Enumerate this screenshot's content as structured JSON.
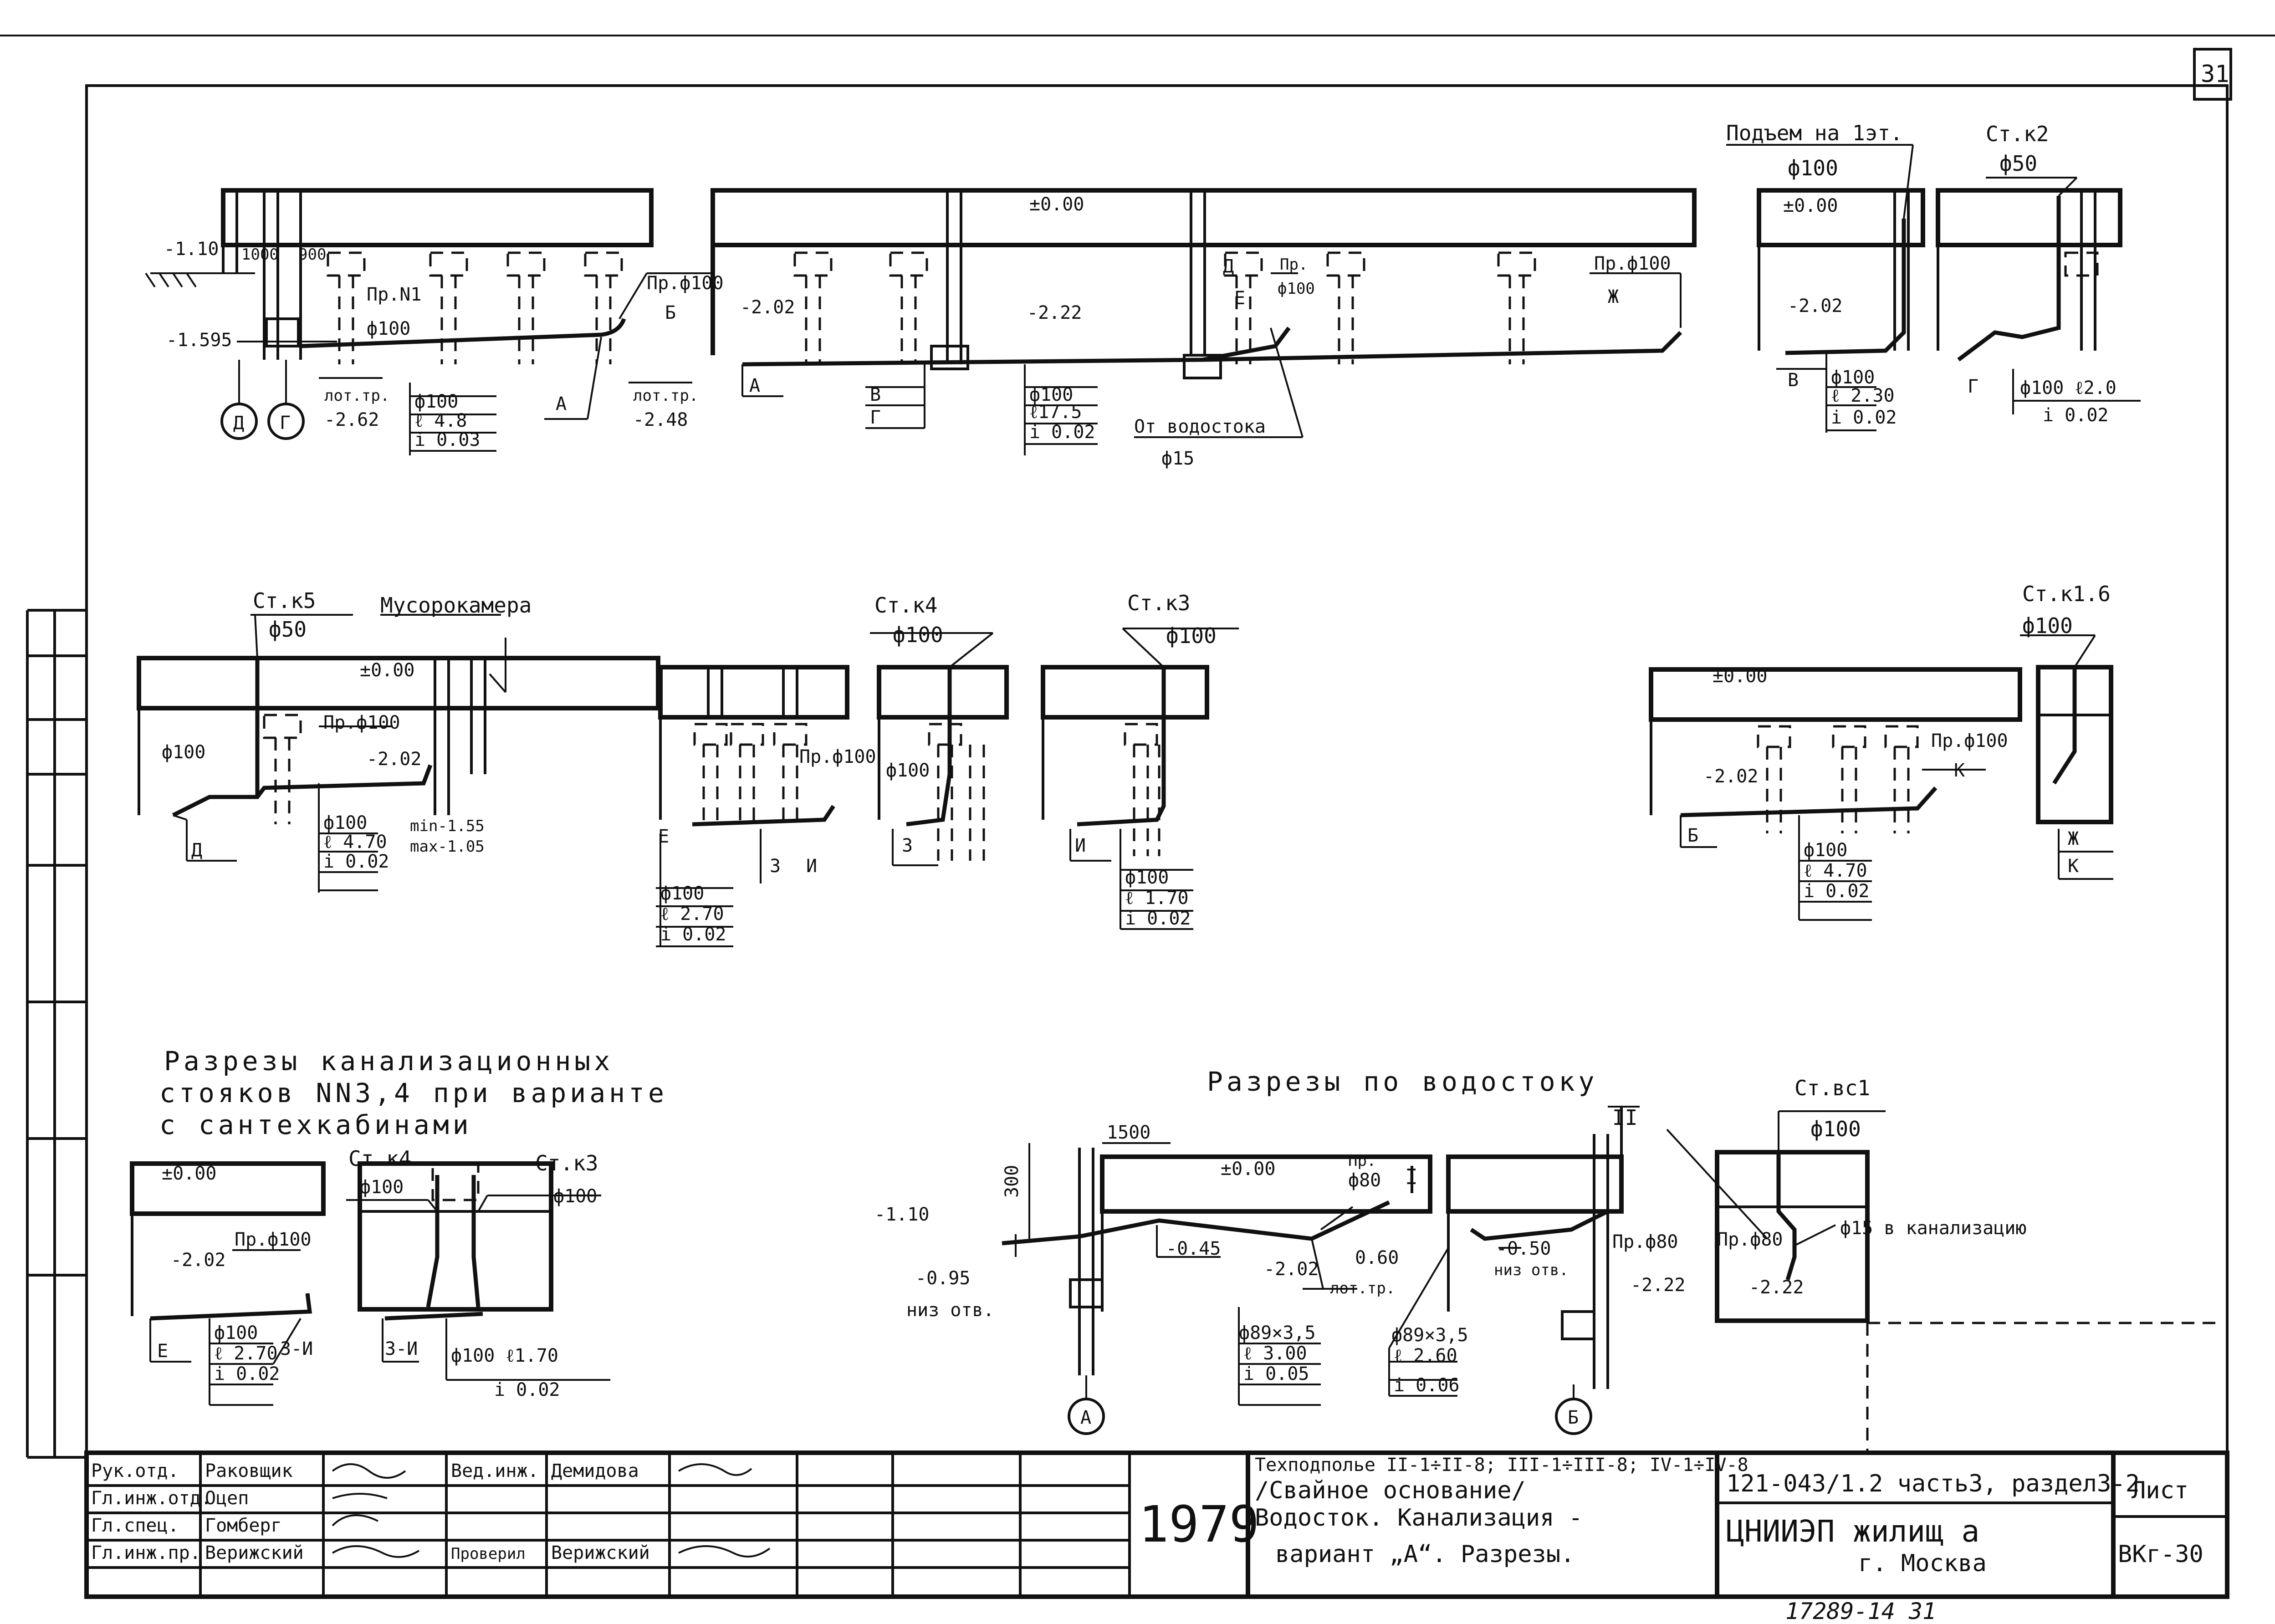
{
  "page_number": "31",
  "top": {
    "s1": {
      "lv1": "-1.10",
      "d1": "1000",
      "d2": "900",
      "lv2": "-1.595",
      "pr": "Пр.N1",
      "pipe": "ф100",
      "ax1": "Д",
      "ax2": "Г",
      "lot1": "лот.тр.",
      "lot1v": "-2.62",
      "pt": "А",
      "spec": [
        "ф100",
        "ℓ 4.8",
        "i 0.03"
      ],
      "lot2": "лот.тр.",
      "lot2v": "-2.48",
      "pr2": "Пр.ф100",
      "pt2": "Б"
    },
    "s2": {
      "zero": "±0.00",
      "lv1": "-2.02",
      "lv2": "-2.22",
      "ptA": "А",
      "ptB": "В",
      "ptG": "Г",
      "spec": [
        "ф100",
        "ℓ17.5",
        "i 0.02"
      ],
      "ptD": "Д",
      "ptE": "Е",
      "pr": "Пр.",
      "pr_d": "ф100",
      "from": "От водостока",
      "from_d": "ф15",
      "pr2": "Пр.ф100",
      "ptZh": "Ж"
    },
    "s3": {
      "title": "Подъем на 1эт.",
      "d": "ф100",
      "zero": "±0.00",
      "lv": "-2.02",
      "ptV": "В",
      "spec": [
        "ф100",
        "ℓ 2.30",
        "i 0.02"
      ]
    },
    "s4": {
      "title": "Ст.к2",
      "d": "ф50",
      "ptG": "Г",
      "spec_a": "ф100 ℓ2.0",
      "spec_b": "i 0.02"
    }
  },
  "middle": {
    "s5": {
      "title": "Ст.к5",
      "d": "ф50",
      "room": "Мусорокамера",
      "zero": "±0.00",
      "pipe": "ф100",
      "pr": "Пр.ф100",
      "lv": "-2.02",
      "ptD": "Д",
      "spec": [
        "ф100",
        "ℓ 4.70",
        "i 0.02"
      ],
      "mn": "min-1.55",
      "mx": "max-1.05"
    },
    "s6": {
      "title": "Ст.к4",
      "d": "ф100",
      "pr": "Пр.ф100",
      "ptE": "Е",
      "ptZ": "З",
      "ptI": "И",
      "spec": [
        "ф100",
        "ℓ 2.70",
        "i 0.02"
      ],
      "pipe": "ф100",
      "ptZ2": "З"
    },
    "s7": {
      "title": "Ст.к3",
      "d": "ф100",
      "ptI": "И",
      "spec": [
        "ф100",
        "ℓ 1.70",
        "i 0.02"
      ]
    },
    "s8": {
      "zero": "±0.00",
      "lv": "-2.02",
      "pr": "Пр.ф100",
      "ptK": "К",
      "ptB": "Б",
      "spec": [
        "ф100",
        "ℓ 4.70",
        "i 0.02"
      ]
    },
    "s9": {
      "title": "Ст.к1.6",
      "d": "ф100",
      "pts": [
        "Ж",
        "К"
      ]
    }
  },
  "bottom_left": {
    "heading": [
      "Разрезы канализационных",
      "стояков NN3,4 при варианте",
      "с сантехкабинами"
    ],
    "zero": "±0.00",
    "pr": "Пр.ф100",
    "lv": "-2.02",
    "ptE": "Е",
    "spec": [
      "ф100",
      "ℓ 2.70",
      "i 0.02"
    ],
    "pt": "З-И",
    "k4": "Ст.к4",
    "k4d": "ф100",
    "k3": "Ст.к3",
    "k3d": "ф100",
    "pt2": "З-И",
    "spec2a": "ф100 ℓ1.70",
    "spec2b": "i 0.02"
  },
  "bottom_mid": {
    "heading": "Разрезы по водостоку",
    "d1500": "1500",
    "d300": "300",
    "lv1": "-1.10",
    "lv2": "-0.95",
    "niz": "низ отв.",
    "zero": "±0.00",
    "pr": "Пр.",
    "pr_d": "ф80",
    "sec1": "I",
    "lv3": "-0.45",
    "lv4": "-2.02",
    "lv5": "0.60",
    "lot": "лот.тр.",
    "spec1": [
      "ф89×3,5",
      "ℓ 3.00",
      "i 0.05"
    ],
    "spec2": [
      "ф89×3,5",
      "ℓ 2.60",
      "i 0.06"
    ],
    "lv6": "-0.50",
    "niz2": "низ отв.",
    "pr2": "Пр.ф80",
    "lv7": "-2.22",
    "sec2": "II",
    "axA": "А",
    "axB": "Б"
  },
  "bottom_right": {
    "title": "Ст.вс1",
    "d": "ф100",
    "pr": "Пр.ф80",
    "lv": "-2.22",
    "note": "ф15 в канализацию"
  },
  "title_block": {
    "roles": [
      "Рук.отд.",
      "Гл.инж.отд.",
      "Гл.спец.",
      "Гл.инж.пр."
    ],
    "names": [
      "Раковщик",
      "Оцеп",
      "Гомберг",
      "Верижский"
    ],
    "r2_role": "Вед.инж.",
    "r2_name": "Демидова",
    "chk_role": "Проверил",
    "chk_name": "Верижский",
    "year": "1979",
    "desc": [
      "Техподполье II-1÷II-8; III-1÷III-8; IV-1÷IV-8",
      "/Свайное основание/",
      "Водосток. Канализация -",
      "вариант „А“. Разрезы."
    ],
    "project": "121-043/1.2 часть3, раздел3-2",
    "org": "ЦНИИЭП жилищ а",
    "city": "г. Москва",
    "sheet_lbl": "Лист",
    "sheet_no": "ВКг-30",
    "stamp": "17289-14   31"
  }
}
